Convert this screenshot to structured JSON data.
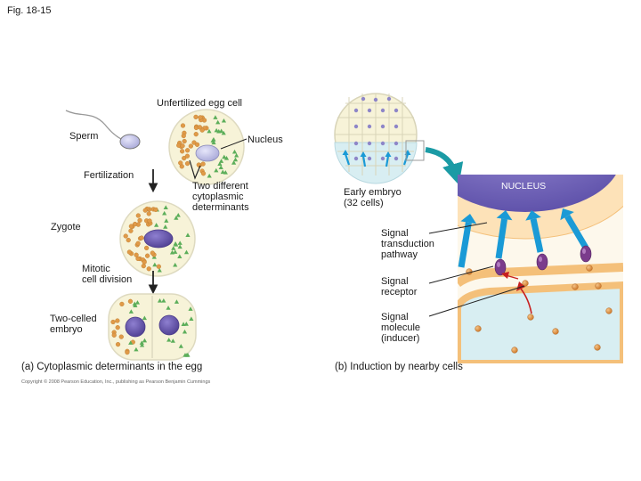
{
  "figure_label": "Fig. 18-15",
  "panel_a": {
    "unfertilized_egg": "Unfertilized egg cell",
    "sperm": "Sperm",
    "nucleus": "Nucleus",
    "fertilization": "Fertilization",
    "determinants_line1": "Two different",
    "determinants_line2": "cytoplasmic",
    "determinants_line3": "determinants",
    "zygote": "Zygote",
    "mitotic_line1": "Mitotic",
    "mitotic_line2": "cell division",
    "two_celled_line1": "Two-celled",
    "two_celled_line2": "embryo",
    "caption": "(a) Cytoplasmic determinants in the egg",
    "copyright": "Copyright © 2008 Pearson Education, Inc., publishing as Pearson Benjamin Cummings"
  },
  "panel_b": {
    "early_embryo_line1": "Early embryo",
    "early_embryo_line2": "(32 cells)",
    "nucleus_caps": "NUCLEUS",
    "signal_transduction_line1": "Signal",
    "signal_transduction_line2": "transduction",
    "signal_transduction_line3": "pathway",
    "signal_receptor_line1": "Signal",
    "signal_receptor_line2": "receptor",
    "signal_molecule_line1": "Signal",
    "signal_molecule_line2": "molecule",
    "signal_molecule_line3": "(inducer)",
    "caption": "(b) Induction by nearby cells"
  },
  "colors": {
    "cytoplasm": "#f7f3d8",
    "nucleus": "#c6c6e8",
    "nucleus_dark": "#6d5ba8",
    "determinant_orange": "#e09a48",
    "determinant_green": "#5cae5a",
    "arrow_blue": "#1a9ad6",
    "teal_arrow": "#1b9ba5",
    "inducer": "#e08a38",
    "receptor": "#7b3c8c",
    "induced_cell": "#d8eef2"
  }
}
